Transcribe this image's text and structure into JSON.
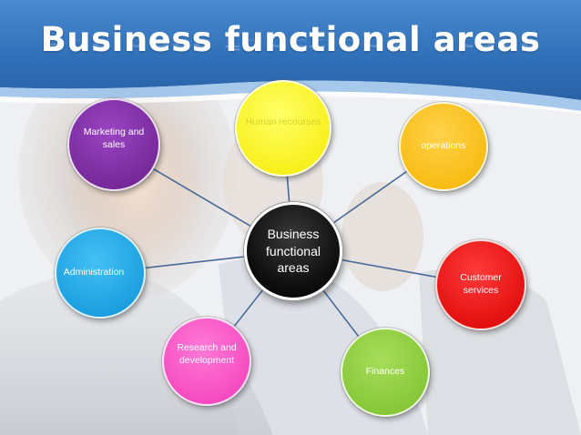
{
  "slide": {
    "title": "Business functional areas"
  },
  "diagram": {
    "center": {
      "label": "Business functional areas",
      "color": "#000000"
    },
    "nodes": [
      {
        "id": "marketing",
        "label": "Marketing and sales",
        "color": "#7b2a9e"
      },
      {
        "id": "human-resources",
        "label": "Human recourses",
        "color": "#ffff00"
      },
      {
        "id": "operations",
        "label": "operations",
        "color": "#ffc000"
      },
      {
        "id": "administration",
        "label": "Administration",
        "color": "#1aa8e8"
      },
      {
        "id": "customer-services",
        "label": "Customer services",
        "color": "#ee1111"
      },
      {
        "id": "research",
        "label": "Research and development",
        "color": "#ff4fc4"
      },
      {
        "id": "finances",
        "label": "Finances",
        "color": "#8ccc3c"
      }
    ]
  },
  "colors": {
    "header_blue": "#2f6fb8",
    "connector": "#4a6a95"
  }
}
